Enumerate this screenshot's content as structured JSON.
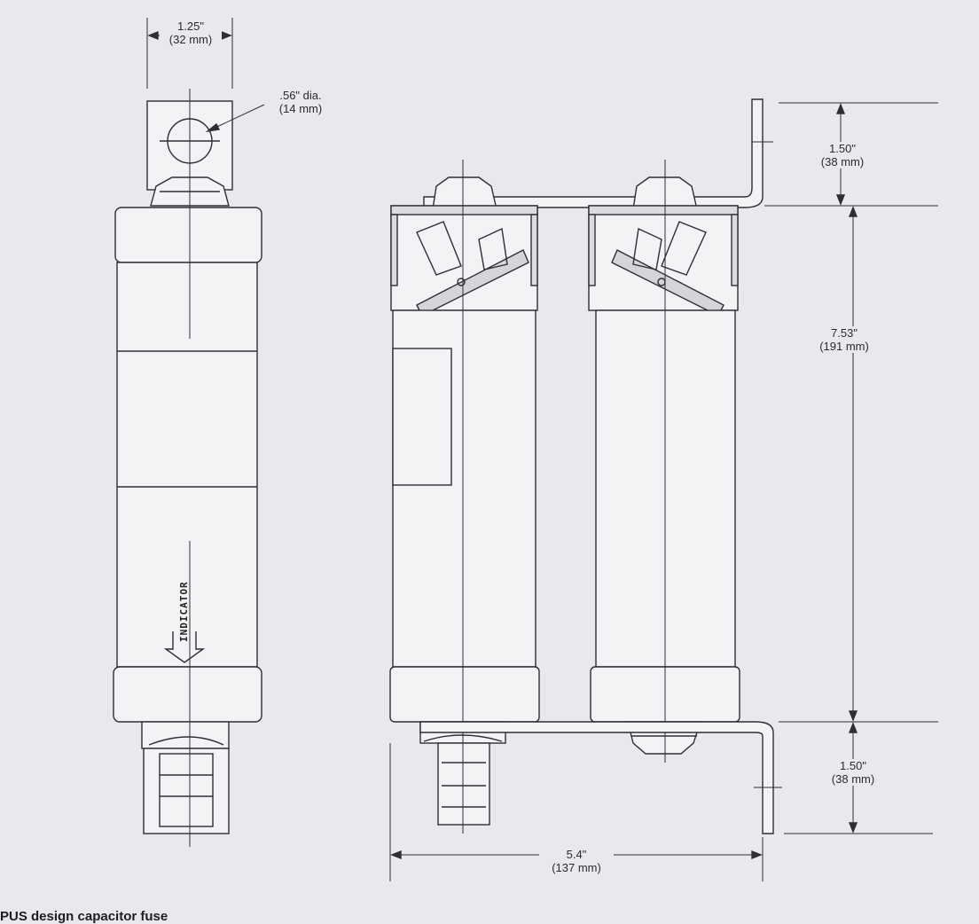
{
  "dimensions": {
    "width_top": {
      "line1": "1.25\"",
      "line2": "(32 mm)"
    },
    "hole_dia": {
      "line1": ".56\" dia.",
      "line2": "(14 mm)"
    },
    "top_bracket": {
      "line1": "1.50\"",
      "line2": "(38 mm)"
    },
    "body_length": {
      "line1": "7.53\"",
      "line2": "(191 mm)"
    },
    "bottom_bracket": {
      "line1": "1.50\"",
      "line2": "(38 mm)"
    },
    "overall_width": {
      "line1": "5.4\"",
      "line2": "(137 mm)"
    }
  },
  "indicator_label": "INDICATOR",
  "caption": "PUS design capacitor fuse",
  "colors": {
    "background": "#e9e8ec",
    "line": "#2f2e35",
    "fill": "#f3f2f5"
  }
}
